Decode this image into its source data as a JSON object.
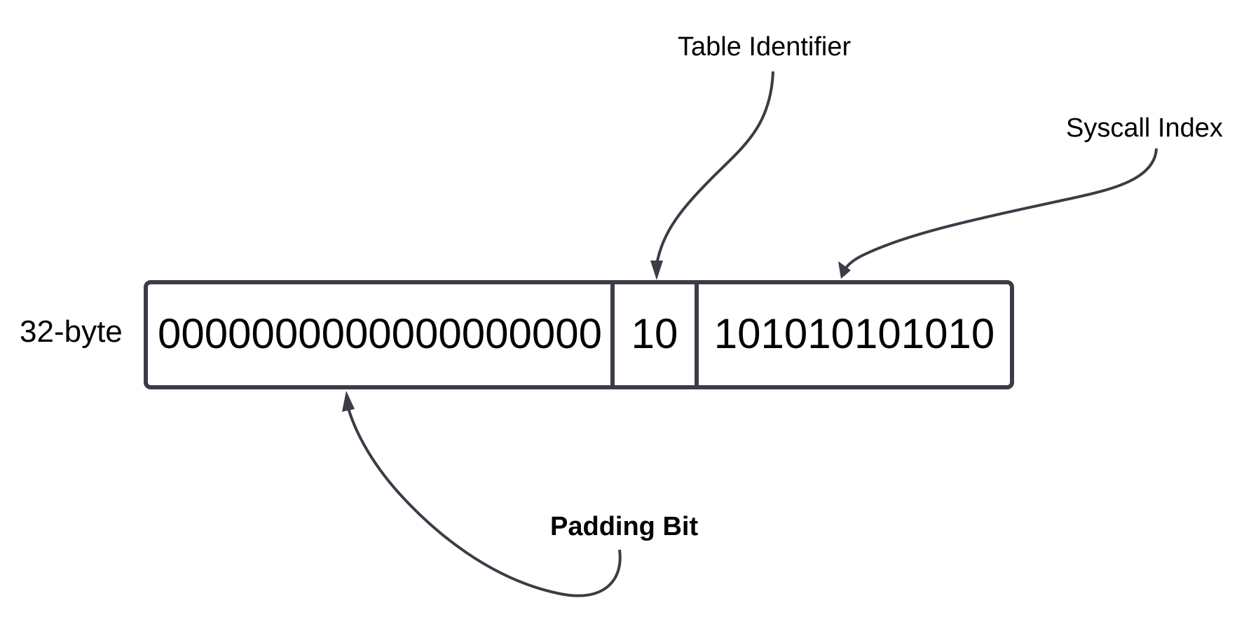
{
  "diagram": {
    "row_label": "32-byte",
    "fields": [
      {
        "name": "padding",
        "value": "0000000000000000000"
      },
      {
        "name": "table-identifier",
        "value": "10"
      },
      {
        "name": "syscall-index",
        "value": "101010101010"
      }
    ],
    "callouts": {
      "table_identifier": "Table Identifier",
      "syscall_index": "Syscall Index",
      "padding_bit": "Padding Bit"
    },
    "colors": {
      "stroke": "#3a3d46",
      "text": "#000000",
      "background": "#ffffff"
    }
  }
}
